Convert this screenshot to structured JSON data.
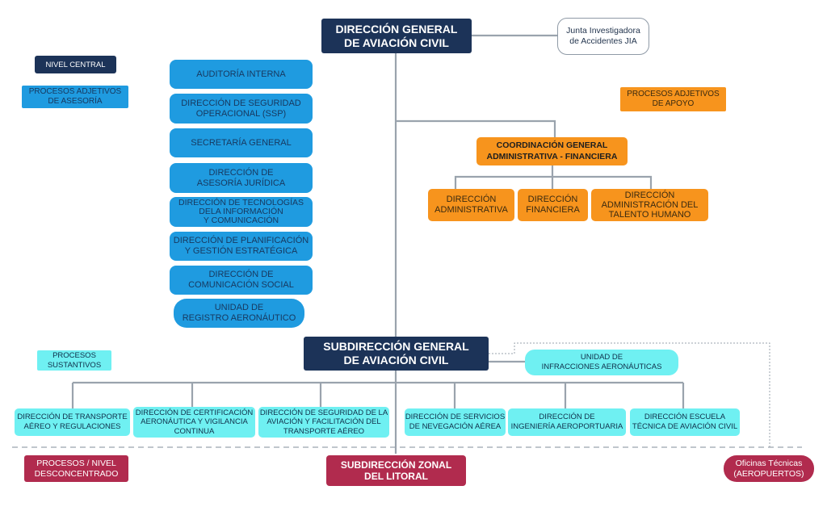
{
  "top": {
    "dgac": "DIRECCIÓN GENERAL\nDE AVIACIÓN CIVIL",
    "jia": "Junta Investigadora\nde Accidentes JIA"
  },
  "legend": {
    "nivel_central": "NIVEL CENTRAL",
    "asesoria": "PROCESOS ADJETIVOS\nDE ASESORÍA",
    "apoyo": "PROCESOS ADJETIVOS\nDE APOYO",
    "sustantivos": "PROCESOS\nSUSTANTIVOS",
    "desconcentrado": "PROCESOS / NIVEL\nDESCONCENTRADO"
  },
  "asesoria_units": [
    "AUDITORÍA INTERNA",
    "DIRECCIÓN DE SEGURIDAD\nOPERACIONAL (SSP)",
    "SECRETARÍA GENERAL",
    "DIRECCIÓN DE\nASESORÍA JURÍDICA",
    "DIRECCIÓN DE TECNOLOGÍAS\nDELA INFORMACIÓN\nY COMUNICACIÓN",
    "DIRECCIÓN DE PLANIFICACIÓN\nY GESTIÓN ESTRATÉGICA",
    "DIRECCIÓN DE\nCOMUNICACIÓN SOCIAL",
    "UNIDAD DE\nREGISTRO AERONÁUTICO"
  ],
  "apoyo": {
    "coordinacion": "COORDINACIÓN GENERAL\nADMINISTRATIVA - FINANCIERA",
    "units": [
      "DIRECCIÓN\nADMINISTRATIVA",
      "DIRECCIÓN\nFINANCIERA",
      "DIRECCIÓN\nADMINISTRACIÓN DEL\nTALENTO HUMANO"
    ]
  },
  "sub": {
    "sgac": "SUBDIRECCIÓN GENERAL\nDE AVIACIÓN CIVIL",
    "infracciones": "UNIDAD DE\nINFRACCIONES AERONÁUTICAS"
  },
  "sustantivos_units": [
    "DIRECCIÓN DE TRANSPORTE\nAÉREO Y REGULACIONES",
    "DIRECCIÓN DE CERTIFICACIÓN\nAERONÁUTICA Y VIGILANCIA\nCONTINUA",
    "DIRECCIÓN DE SEGURIDAD DE LA\nAVIACIÓN Y FACILITACIÓN DEL\nTRANSPORTE AÉREO",
    "DIRECCIÓN DE SERVICIOS\nDE NEVEGACIÓN AÉREA",
    "DIRECCIÓN DE\nINGENIERÍA AEROPORTUARIA",
    "DIRECCIÓN ESCUELA\nTÉCNICA DE AVIACIÓN CIVIL"
  ],
  "desconcentrado": {
    "litoral": "SUBDIRECCIÓN ZONAL\nDEL LITORAL",
    "oficinas": "Oficinas Técnicas\n(AEROPUERTOS)"
  },
  "colors": {
    "navy": "#1c3358",
    "blue": "#1f9be0",
    "orange": "#f7941d",
    "cyan": "#6ff0f2",
    "maroon": "#b12b4e",
    "line": "#9aa3ad"
  }
}
